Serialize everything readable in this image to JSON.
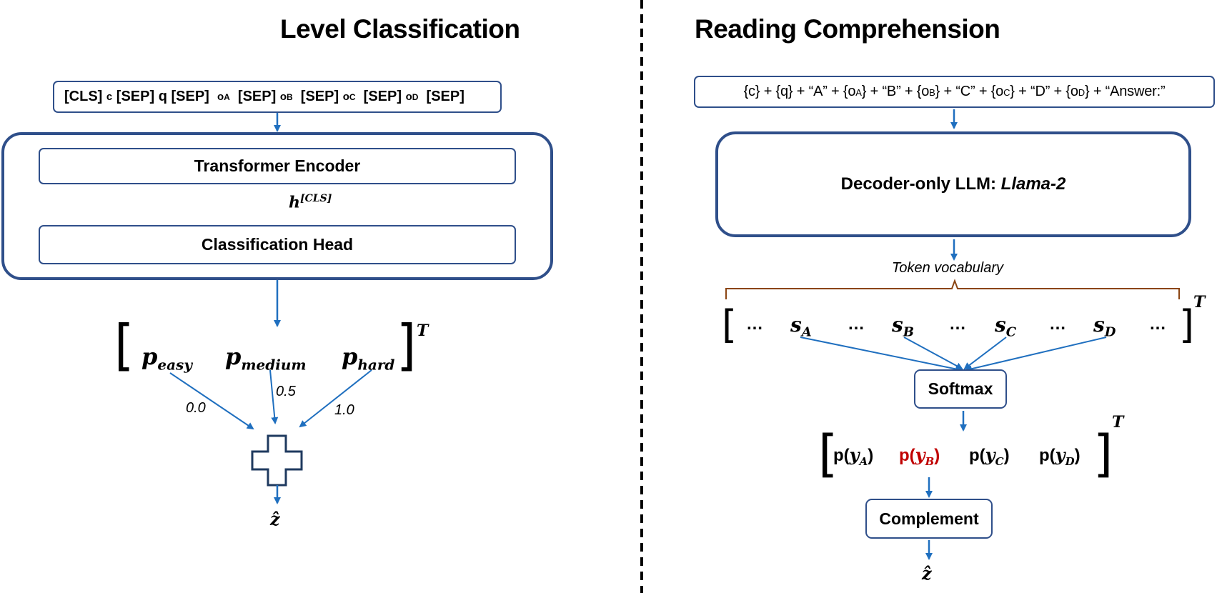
{
  "left": {
    "title": "Level Classification",
    "input": {
      "cls": "[CLS]",
      "c": "c",
      "sep": "[SEP]",
      "q": "q",
      "o": "o",
      "A": "A",
      "B": "B",
      "C": "C",
      "D": "D"
    },
    "encoder_label": "Transformer Encoder",
    "hidden_label": "h",
    "hidden_sup": "[CLS]",
    "head_label": "Classification Head",
    "probs": [
      {
        "p": "p",
        "sub": "easy",
        "weight": "0.0"
      },
      {
        "p": "p",
        "sub": "medium",
        "weight": "0.5"
      },
      {
        "p": "p",
        "sub": "hard",
        "weight": "1.0"
      }
    ],
    "transpose": "T",
    "output": "ẑ"
  },
  "right": {
    "title": "Reading Comprehension",
    "prompt": {
      "c": "{c}",
      "plus": "+",
      "q": "{q}",
      "qA": "“A”",
      "qB": "“B”",
      "qC": "“C”",
      "qD": "“D”",
      "brace_o": "{o",
      "close": "}",
      "A": "A",
      "B": "B",
      "C": "C",
      "D": "D",
      "answer": "“Answer:”"
    },
    "llm_prefix": "Decoder-only LLM: ",
    "llm_model": "Llama-2",
    "vocab_label": "Token vocabulary",
    "ellipsis": "…",
    "scores": [
      {
        "s": "s",
        "sub": "A"
      },
      {
        "s": "s",
        "sub": "B"
      },
      {
        "s": "s",
        "sub": "C"
      },
      {
        "s": "s",
        "sub": "D"
      }
    ],
    "transpose": "T",
    "softmax_label": "Softmax",
    "dist": [
      {
        "p": "p(",
        "y": "y",
        "sub": "A",
        "close": ")",
        "highlight": false
      },
      {
        "p": "p(",
        "y": "y",
        "sub": "B",
        "close": ")",
        "highlight": true
      },
      {
        "p": "p(",
        "y": "y",
        "sub": "C",
        "close": ")",
        "highlight": false
      },
      {
        "p": "p(",
        "y": "y",
        "sub": "D",
        "close": ")",
        "highlight": false
      }
    ],
    "complement_label": "Complement",
    "output": "ẑ"
  },
  "colors": {
    "arrow": "#1f6fbf",
    "box_border": "#2f4f8a",
    "brace": "#8b4513",
    "highlight": "#c00000"
  }
}
